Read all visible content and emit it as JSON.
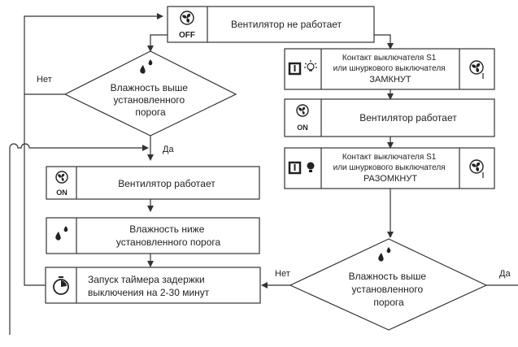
{
  "nodes": {
    "fan_off": {
      "text": "Вентилятор не работает",
      "icon": "fan-off-icon",
      "icon_label": "OFF"
    },
    "humidity_check_left": {
      "lines": [
        "Влажность выше",
        "установленного",
        "порога"
      ],
      "icon": "droplets-icon"
    },
    "fan_on_left": {
      "text": "Вентилятор работает",
      "icon": "fan-on-icon",
      "icon_label": "ON"
    },
    "humidity_below": {
      "lines": [
        "Влажность ниже",
        "установленного порога"
      ],
      "icon": "droplets-icon"
    },
    "timer": {
      "lines": [
        "Запуск таймера задержки",
        "выключения на 2-30 минут"
      ],
      "icon": "timer-icon"
    },
    "switch_closed": {
      "lines": [
        "Контакт выключателя S1",
        "или шнуркового выключателя",
        "ЗАМКНУТ"
      ],
      "icons": [
        "switch-icon",
        "bulb-on-icon",
        "fan-icon"
      ]
    },
    "fan_on_right": {
      "text": "Вентилятор работает",
      "icon": "fan-on-icon",
      "icon_label": "ON"
    },
    "switch_open": {
      "lines": [
        "Контакт выключателя S1",
        "или шнуркового выключателя",
        "РАЗОМКНУТ"
      ],
      "icons": [
        "switch-icon",
        "bulb-off-icon",
        "fan-icon"
      ]
    },
    "humidity_check_right": {
      "lines": [
        "Влажность выше",
        "установленного",
        "порога"
      ],
      "icon": "droplets-icon"
    }
  },
  "edge_labels": {
    "left_no": "Нет",
    "left_yes": "Да",
    "right_no": "Нет",
    "right_yes": "Да"
  }
}
